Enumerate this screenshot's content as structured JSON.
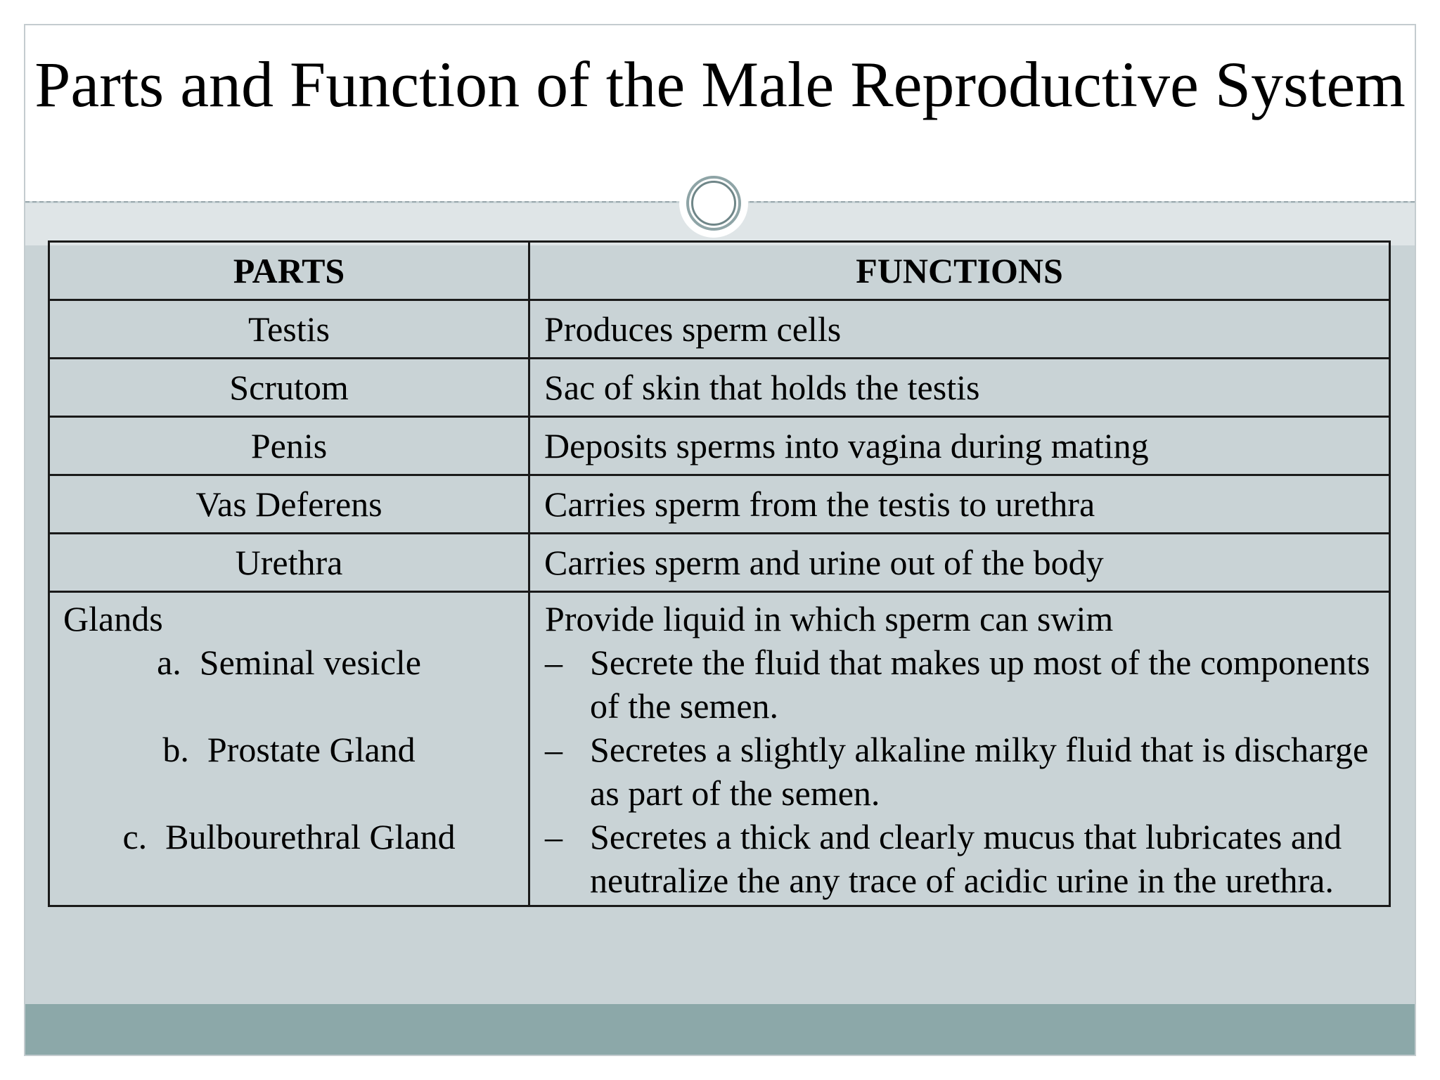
{
  "title": "Parts and Function of the Male Reproductive System",
  "colors": {
    "slide_background": "#c9d3d6",
    "title_background": "#ffffff",
    "footer_bar": "#8ca8a9",
    "ornament_ring": "#8ea4a6"
  },
  "ornament_icon": "circle-ring-icon",
  "table": {
    "headers": [
      "PARTS",
      "FUNCTIONS"
    ],
    "rows": [
      {
        "part": "Testis",
        "function": "Produces sperm cells"
      },
      {
        "part": "Scrutom",
        "function": "Sac of skin that holds the testis"
      },
      {
        "part": "Penis",
        "function": "Deposits sperms into vagina during mating"
      },
      {
        "part": "Vas Deferens",
        "function": "Carries sperm from the testis to urethra"
      },
      {
        "part": "Urethra",
        "function": "Carries sperm and urine out of the body"
      }
    ],
    "glands": {
      "part": "Glands",
      "function": "Provide liquid in which sperm can swim",
      "items": [
        {
          "label": "a.",
          "name": "Seminal vesicle",
          "dash": "–",
          "description": "Secrete the fluid that makes up most of the components of the semen."
        },
        {
          "label": "b.",
          "name": "Prostate Gland",
          "dash": "–",
          "description": "Secretes a slightly alkaline milky fluid that is discharge as part of the semen."
        },
        {
          "label": "c.",
          "name": "Bulbourethral Gland",
          "dash": "–",
          "description": "Secretes a thick and clearly mucus that lubricates and neutralize the any trace of acidic urine in the urethra."
        }
      ]
    }
  }
}
